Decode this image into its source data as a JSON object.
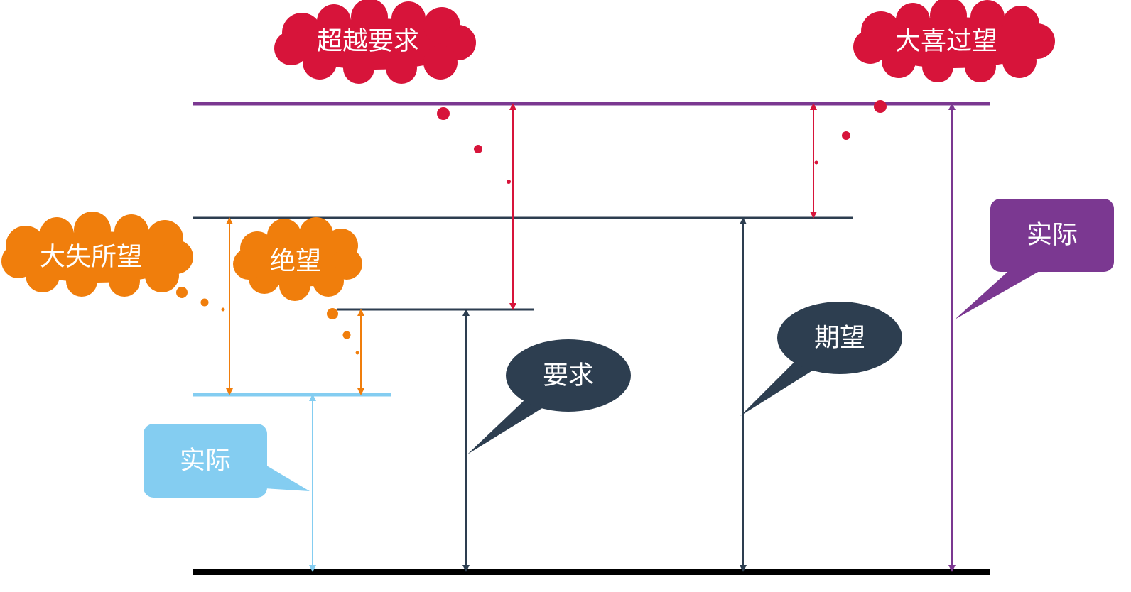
{
  "colors": {
    "red": "#D7143A",
    "orange": "#F07E0C",
    "purple": "#7B3891",
    "navy": "#2D3E50",
    "light_blue": "#84CDF1",
    "baseline": "#000000"
  },
  "labels": {
    "exceed_requirement": "超越要求",
    "pleasant_surprise": "大喜过望",
    "disappointed": "大失所望",
    "despair": "绝望",
    "actual_low": "实际",
    "requirement": "要求",
    "expectation": "期望",
    "actual_high": "实际"
  },
  "levels": {
    "actual_high": "实际",
    "expectation": "期望",
    "requirement": "要求",
    "actual_low": "实际"
  }
}
